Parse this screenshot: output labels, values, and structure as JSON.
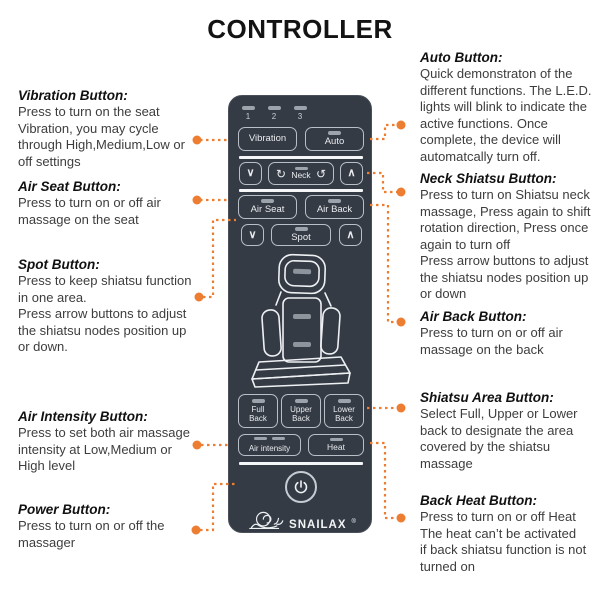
{
  "title": "CONTROLLER",
  "colors": {
    "accent_orange": "#ED7D31",
    "controller_bg": "#353B45",
    "button_border": "#B9BFC7",
    "led_gray": "#9CA3AB",
    "body_text": "#3D3D3D"
  },
  "left_annotations": [
    {
      "heading": "Vibration Button:",
      "body": "Press to turn on the seat\nVibration, you may cycle\nthrough High,Medium,Low or\noff settings"
    },
    {
      "heading": "Air Seat Button:",
      "body": "Press to turn on or off air\nmassage on the seat"
    },
    {
      "heading": "Spot Button:",
      "body": "Press to keep shiatsu function\nin one area.\nPress arrow buttons to adjust\nthe shiatsu nodes position up\nor down."
    },
    {
      "heading": "Air Intensity Button:",
      "body": "Press to set both air massage\nintensity at Low,Medium or\nHigh level"
    },
    {
      "heading": "Power Button:",
      "body": "Press to turn on or off the\nmassager"
    }
  ],
  "right_annotations": [
    {
      "heading": "Auto Button:",
      "body": "Quick demonstraton of the\ndifferent functions. The L.E.D.\nlights will blink to indicate the\nactive functions. Once\ncomplete, the device will\nautomatcally turn off."
    },
    {
      "heading": "Neck Shiatsu Button:",
      "body": "Press to turn on Shiatsu neck\nmassage, Press again to shift\nrotation direction, Press once\nagain to turn off\nPress arrow buttons to adjust\nthe shiatsu nodes position up\nor down"
    },
    {
      "heading": "Air Back Button:",
      "body": "Press to turn on or off air\nmassage on the back"
    },
    {
      "heading": "Shiatsu Area Button:",
      "body": "Select Full, Upper or Lower\nback to designate the area\ncovered by the shiatsu\nmassage"
    },
    {
      "heading": "Back Heat Button:",
      "body": "Press to turn on or off Heat\nThe heat can’t be activated\nif back shiatsu function is not\nturned on"
    }
  ],
  "controller": {
    "led_labels": [
      "1",
      "2",
      "3"
    ],
    "buttons": {
      "vibration": "Vibration",
      "auto": "Auto",
      "neck": "Neck",
      "air_seat": "Air Seat",
      "air_back": "Air Back",
      "spot": "Spot",
      "full_back": "Full\nBack",
      "upper_back": "Upper\nBack",
      "lower_back": "Lower\nBack",
      "air_intensity": "Air intensity",
      "heat": "Heat"
    },
    "icons": {
      "chevron_down": "∨",
      "chevron_up": "∧",
      "rotate_left": "↻",
      "rotate_right": "↺"
    },
    "brand": "SNAILAX",
    "brand_reg": "®"
  }
}
